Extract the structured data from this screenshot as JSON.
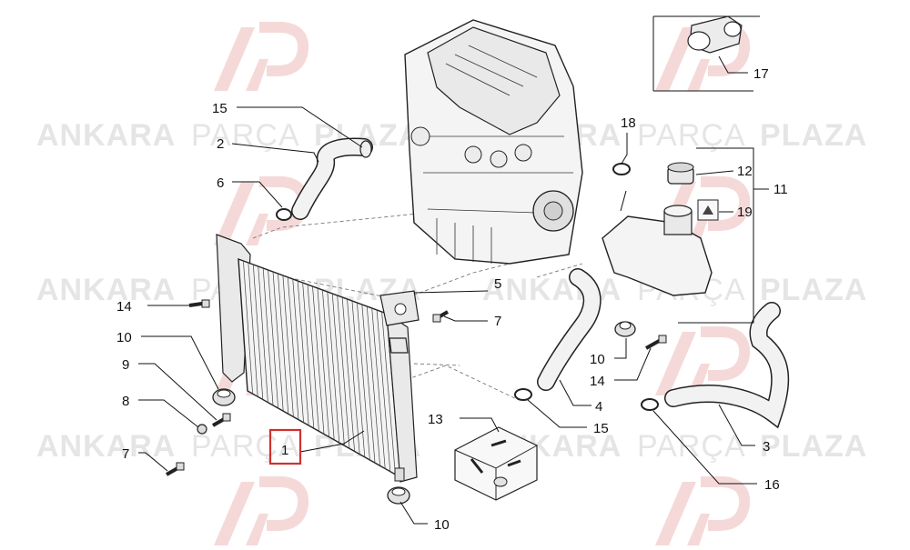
{
  "watermark": {
    "word1": "ANKARA",
    "word2": "PARÇA",
    "word3": "PLAZA",
    "logo_color": "#c62828",
    "text_color": "#8a8a8a"
  },
  "callouts": [
    "15",
    "2",
    "6",
    "14",
    "10",
    "9",
    "8",
    "7",
    "1",
    "5",
    "7",
    "18",
    "12",
    "11",
    "19",
    "10",
    "14",
    "4",
    "15",
    "3",
    "13",
    "10",
    "16",
    "17"
  ],
  "highlight": {
    "label": "1",
    "color": "#d32f2f"
  }
}
